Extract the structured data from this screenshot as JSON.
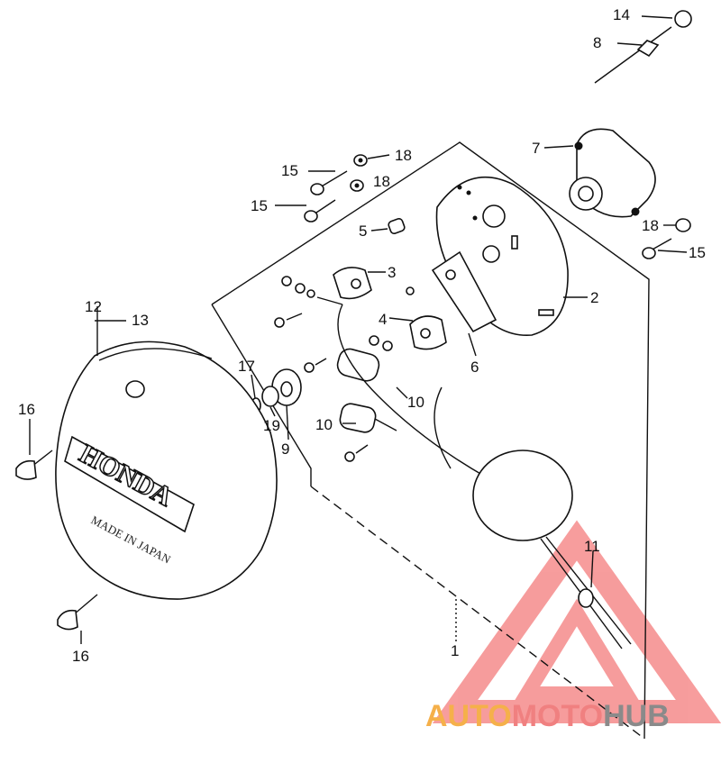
{
  "callouts": [
    {
      "id": "c14",
      "text": "14"
    },
    {
      "id": "c8",
      "text": "8"
    },
    {
      "id": "c7",
      "text": "7"
    },
    {
      "id": "c18a",
      "text": "18"
    },
    {
      "id": "c15a",
      "text": "15"
    },
    {
      "id": "c18b",
      "text": "18"
    },
    {
      "id": "c15b",
      "text": "15"
    },
    {
      "id": "c5",
      "text": "5"
    },
    {
      "id": "c18c",
      "text": "18"
    },
    {
      "id": "c15c",
      "text": "15"
    },
    {
      "id": "c3",
      "text": "3"
    },
    {
      "id": "c2",
      "text": "2"
    },
    {
      "id": "c4",
      "text": "4"
    },
    {
      "id": "c6",
      "text": "6"
    },
    {
      "id": "c12",
      "text": "12"
    },
    {
      "id": "c13",
      "text": "13"
    },
    {
      "id": "c17",
      "text": "17"
    },
    {
      "id": "c19",
      "text": "19"
    },
    {
      "id": "c9",
      "text": "9"
    },
    {
      "id": "c10a",
      "text": "10"
    },
    {
      "id": "c10b",
      "text": "10"
    },
    {
      "id": "c16a",
      "text": "16"
    },
    {
      "id": "c16b",
      "text": "16"
    },
    {
      "id": "c11",
      "text": "11"
    },
    {
      "id": "c1",
      "text": "1"
    }
  ],
  "cover": {
    "brand": "HONDA",
    "origin": "MADE IN JAPAN"
  },
  "watermark": {
    "part1": "AUTO",
    "part2": "MOTO",
    "part3": "HUB",
    "color_auto": "#f5b04a",
    "color_moto": "#f08080",
    "color_hub": "#8a8a8a",
    "logo_color": "#f47c7c"
  }
}
